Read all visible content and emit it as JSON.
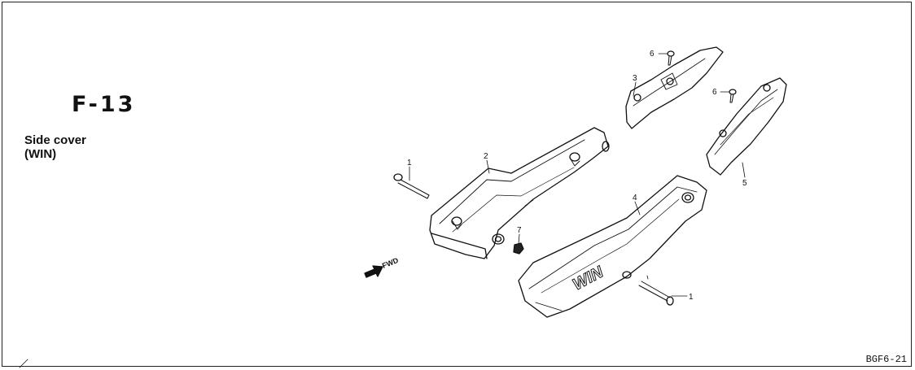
{
  "figure": {
    "id": "F-13",
    "caption_line1": "Side cover",
    "caption_line2": "(WIN)",
    "page_code": "BGF6-21",
    "direction_label": "FWD",
    "emblem_text": "WIN"
  },
  "callouts": [
    {
      "key": "bolt_left",
      "num": "1"
    },
    {
      "key": "left_cover",
      "num": "2"
    },
    {
      "key": "small_cover_top",
      "num": "3"
    },
    {
      "key": "right_cover",
      "num": "4"
    },
    {
      "key": "small_cover_right",
      "num": "5"
    },
    {
      "key": "screw_top",
      "num": "6"
    },
    {
      "key": "screw_right",
      "num": "6"
    },
    {
      "key": "nut",
      "num": "7"
    },
    {
      "key": "bolt_right",
      "num": "1"
    }
  ]
}
